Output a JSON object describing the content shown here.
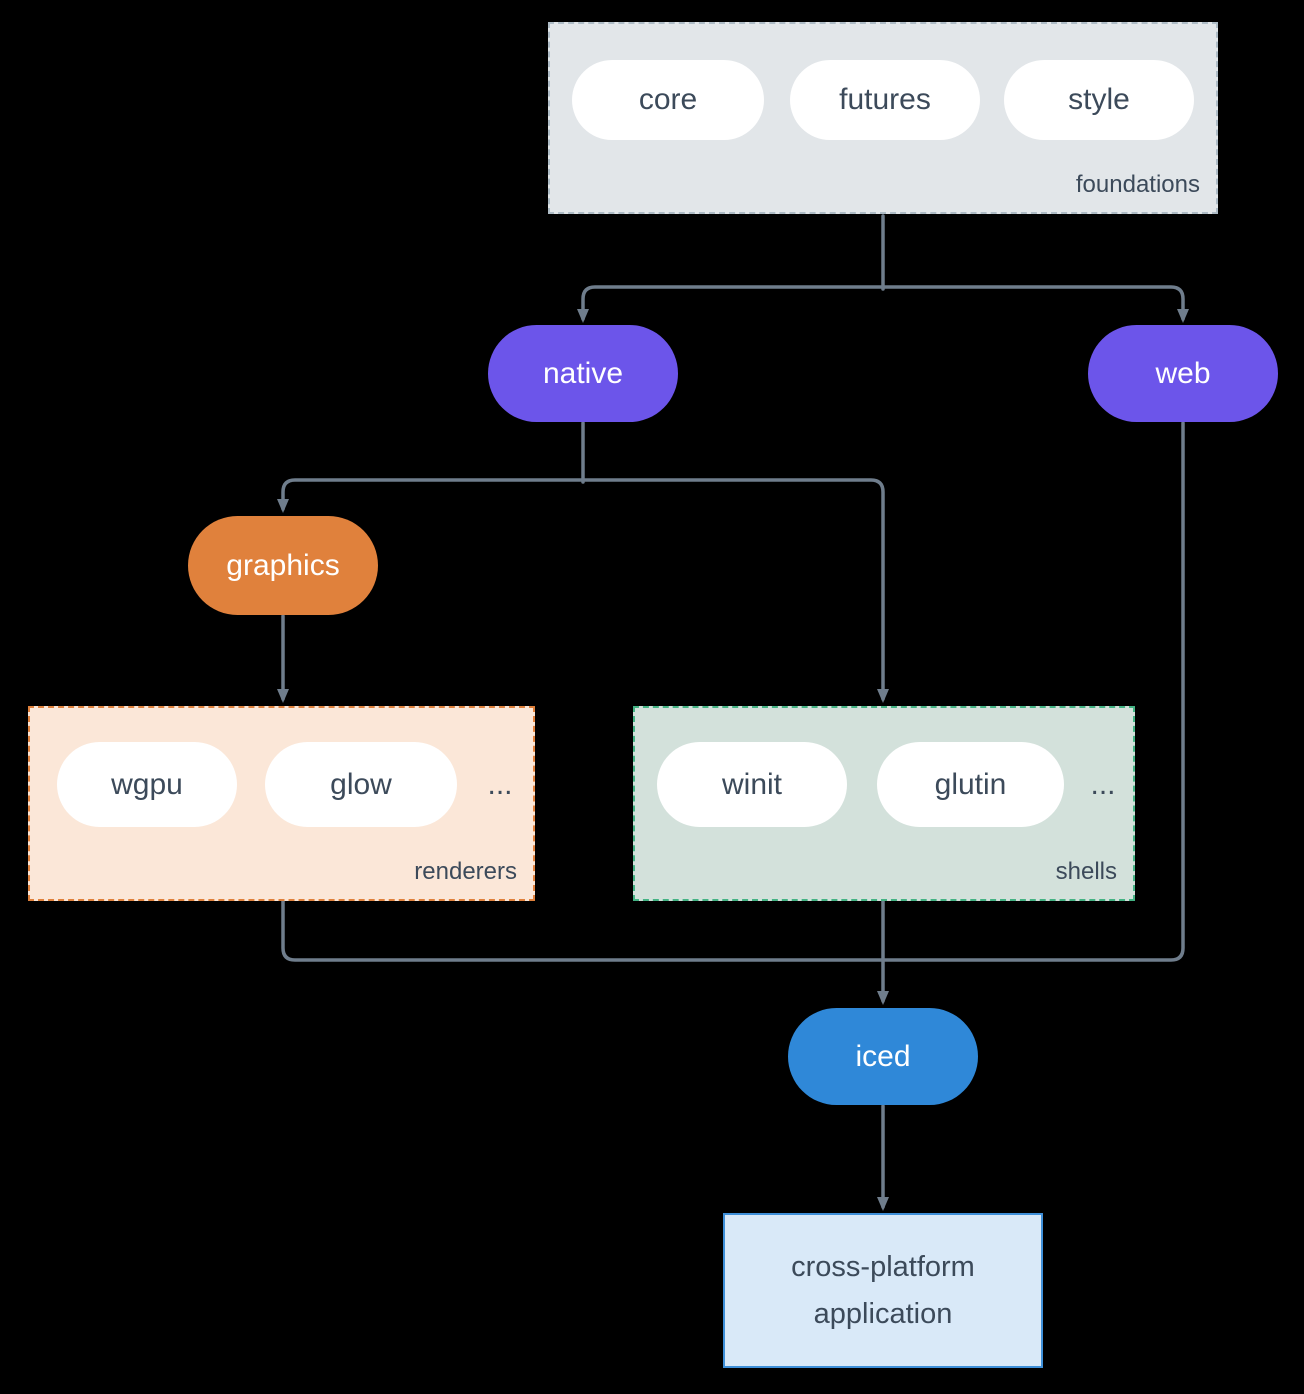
{
  "diagram": {
    "foundations": {
      "label": "foundations",
      "pills": [
        "core",
        "futures",
        "style"
      ]
    },
    "native": {
      "label": "native"
    },
    "web": {
      "label": "web"
    },
    "graphics": {
      "label": "graphics"
    },
    "renderers": {
      "label": "renderers",
      "pills": [
        "wgpu",
        "glow"
      ],
      "more": "..."
    },
    "shells": {
      "label": "shells",
      "pills": [
        "winit",
        "glutin"
      ],
      "more": "..."
    },
    "iced": {
      "label": "iced"
    },
    "application": {
      "label": "cross-platform application"
    }
  },
  "colors": {
    "background": "#000000",
    "arrow": "#6f7d8c",
    "purple_node": "#6c55ea",
    "orange_node": "#e0813c",
    "blue_node": "#2f88d8",
    "foundations_fill": "#e2e6e9",
    "foundations_border": "#aebcc6",
    "renderers_fill": "#fbe7d8",
    "renderers_border": "#e0813c",
    "shells_fill": "#d3e1db",
    "shells_border": "#44b384",
    "app_fill": "#d9e9f8",
    "app_border": "#3e8fd8",
    "text_dark": "#3c4a5a",
    "pill_white": "#ffffff"
  }
}
